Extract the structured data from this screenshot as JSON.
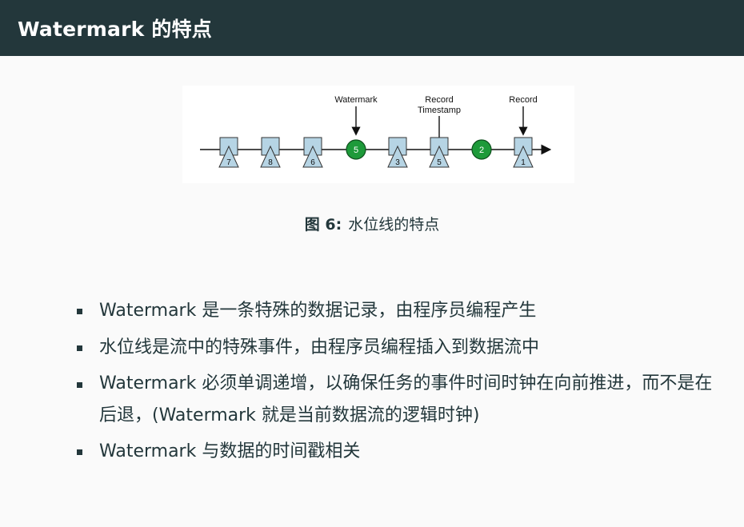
{
  "slide": {
    "title": "Watermark 的特点"
  },
  "figure": {
    "labels": {
      "watermark": "Watermark",
      "record_timestamp_line1": "Record",
      "record_timestamp_line2": "Timestamp",
      "record": "Record"
    },
    "items": [
      {
        "kind": "record",
        "value": "7"
      },
      {
        "kind": "record",
        "value": "8"
      },
      {
        "kind": "record",
        "value": "6"
      },
      {
        "kind": "watermark",
        "value": "5"
      },
      {
        "kind": "record",
        "value": "3"
      },
      {
        "kind": "record",
        "value": "5"
      },
      {
        "kind": "watermark",
        "value": "2"
      },
      {
        "kind": "record",
        "value": "1"
      }
    ],
    "colors": {
      "record_fill": "#b6d4e4",
      "record_stroke": "#333333",
      "watermark_fill": "#1e9a3a",
      "watermark_stroke": "#0e4f1c"
    },
    "caption_label": "图 6:",
    "caption_text": "水位线的特点"
  },
  "bullets": [
    "Watermark 是一条特殊的数据记录，由程序员编程产生",
    "水位线是流中的特殊事件，由程序员编程插入到数据流中",
    "Watermark 必须单调递增，以确保任务的事件时间时钟在向前推进，而不是在后退，(Watermark 就是当前数据流的逻辑时钟)",
    "Watermark 与数据的时间戳相关"
  ],
  "colors": {
    "title_bg": "#23373b",
    "title_fg": "#ffffff",
    "body_bg": "#fafafa",
    "text": "#23373b"
  }
}
